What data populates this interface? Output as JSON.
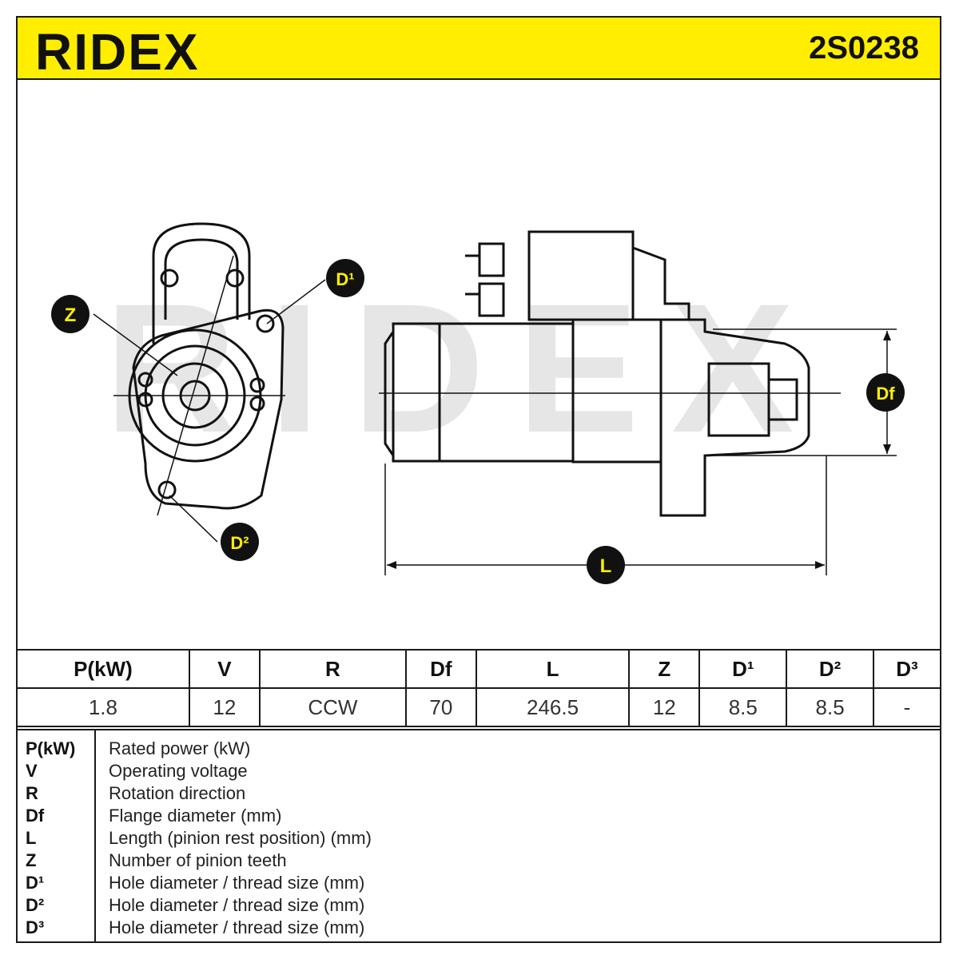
{
  "header": {
    "brand": "RIDEX",
    "part_number": "2S0238",
    "accent_color": "#ffee00"
  },
  "drawing": {
    "watermark": "RIDEX",
    "labels": {
      "z": "Z",
      "d1": "D¹",
      "d2": "D²",
      "df": "Df",
      "l": "L"
    }
  },
  "spec_table": {
    "headers": [
      "P(kW)",
      "V",
      "R",
      "Df",
      "L",
      "Z",
      "D¹",
      "D²",
      "D³"
    ],
    "values": [
      "1.8",
      "12",
      "CCW",
      "70",
      "246.5",
      "12",
      "8.5",
      "8.5",
      "-"
    ]
  },
  "legend": [
    {
      "key": "P(kW)",
      "desc": "Rated power (kW)"
    },
    {
      "key": "V",
      "desc": "Operating voltage"
    },
    {
      "key": "R",
      "desc": "Rotation direction"
    },
    {
      "key": "Df",
      "desc": "Flange diameter (mm)"
    },
    {
      "key": "L",
      "desc": "Length (pinion rest position) (mm)"
    },
    {
      "key": "Z",
      "desc": "Number of pinion teeth"
    },
    {
      "key": "D¹",
      "desc": "Hole diameter / thread size (mm)"
    },
    {
      "key": "D²",
      "desc": "Hole diameter / thread size (mm)"
    },
    {
      "key": "D³",
      "desc": "Hole diameter / thread size (mm)"
    }
  ]
}
